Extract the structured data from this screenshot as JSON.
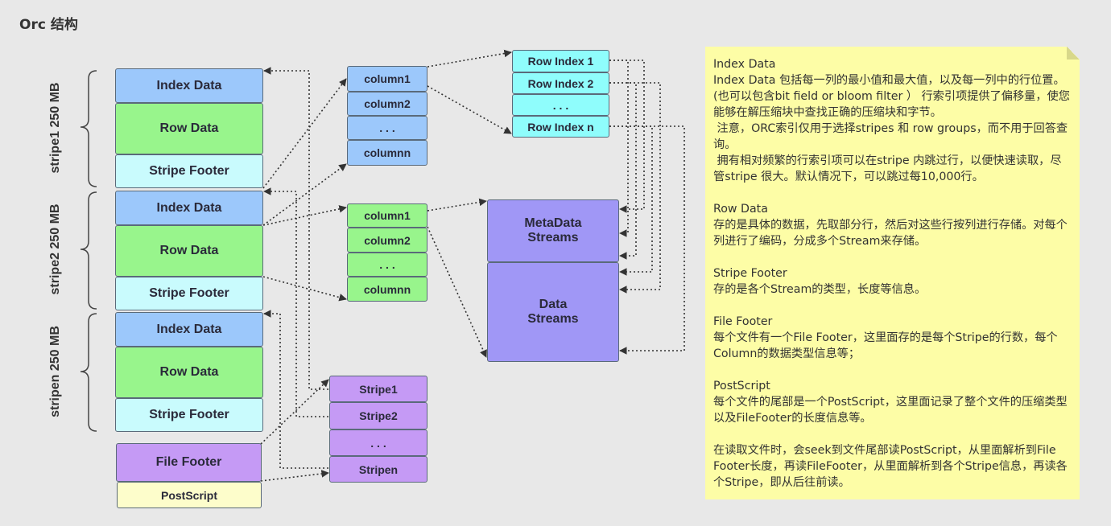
{
  "title": "Orc 结构",
  "stripe_labels": [
    "stripe1 250 MB",
    "stripe2 250 MB",
    "stripen 250 MB"
  ],
  "stripes": [
    {
      "index_data": "Index Data",
      "row_data": "Row Data",
      "stripe_footer": "Stripe Footer"
    },
    {
      "index_data": "Index Data",
      "row_data": "Row Data",
      "stripe_footer": "Stripe Footer"
    },
    {
      "index_data": "Index Data",
      "row_data": "Row Data",
      "stripe_footer": "Stripe Footer"
    }
  ],
  "file_footer": "File Footer",
  "postscript": "PostScript",
  "index_columns": [
    "column1",
    "column2",
    ". . .",
    "columnn"
  ],
  "row_columns": [
    "column1",
    "column2",
    ". . .",
    "columnn"
  ],
  "row_indexes": [
    "Row Index 1",
    "Row Index 2",
    ". . .",
    "Row Index n"
  ],
  "metadata_streams": "MetaData\nStreams",
  "data_streams": "Data\nStreams",
  "footer_stripes": [
    "Stripe1",
    "Stripe2",
    ". . .",
    "Stripen"
  ],
  "notes": [
    {
      "heading": "Index Data",
      "body": "Index Data 包括每一列的最小值和最大值，以及每一列中的行位置。(也可以包含bit field or bloom filter ） 行索引项提供了偏移量，使您能够在解压缩块中查找正确的压缩块和字节。\n 注意，ORC索引仅用于选择stripes 和 row groups，而不用于回答查询。\n 拥有相对频繁的行索引项可以在stripe 内跳过行，以便快速读取，尽管stripe 很大。默认情况下，可以跳过每10,000行。"
    },
    {
      "heading": "Row Data",
      "body": "存的是具体的数据，先取部分行，然后对这些行按列进行存储。对每个列进行了编码，分成多个Stream来存储。"
    },
    {
      "heading": "Stripe Footer",
      "body": "存的是各个Stream的类型，长度等信息。"
    },
    {
      "heading": "File Footer",
      "body": "每个文件有一个File Footer，这里面存的是每个Stripe的行数，每个Column的数据类型信息等；"
    },
    {
      "heading": "PostScript",
      "body": "每个文件的尾部是一个PostScript，这里面记录了整个文件的压缩类型以及FileFooter的长度信息等。"
    },
    {
      "heading": "",
      "body": "在读取文件时，会seek到文件尾部读PostScript，从里面解析到File Footer长度，再读FileFooter，从里面解析到各个Stripe信息，再读各个Stripe，即从后往前读。"
    }
  ],
  "colors": {
    "index": "#9cc8fb",
    "row": "#98f58c",
    "footer": "#c9fbfd",
    "row_index": "#8ffdfc",
    "purple": "#c59af5",
    "streams": "#a097f6",
    "postscript": "#fdfdcb",
    "note": "#fdfda6"
  }
}
